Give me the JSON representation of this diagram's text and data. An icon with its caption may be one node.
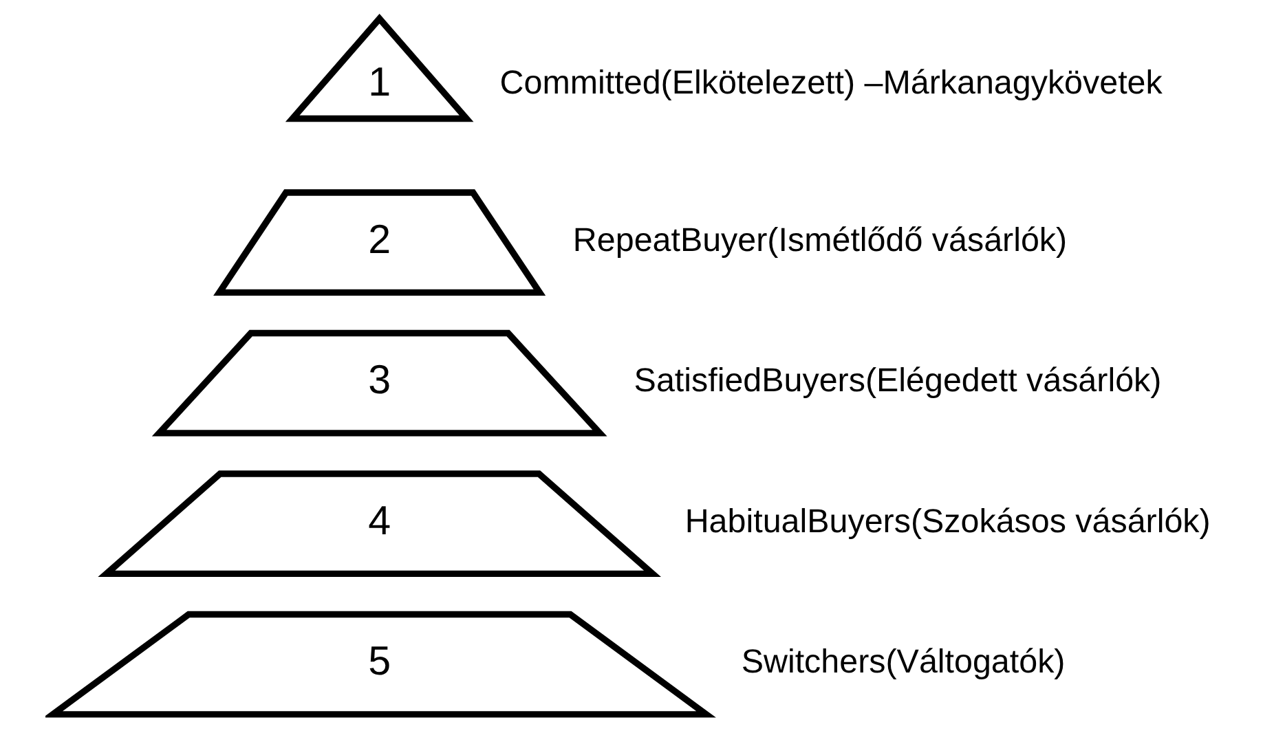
{
  "diagram": {
    "nodes": [
      {
        "text": [
          "1"
        ],
        "beside": [
          "Committed(Elkötelezett) –Márkanagykövetek"
        ]
      },
      {
        "text": [
          "2"
        ],
        "beside": [
          "RepeatBuyer(Ismétlődő vásárlók)"
        ]
      },
      {
        "text": [
          "3"
        ],
        "beside": [
          "SatisfiedBuyers(Elégedett vásárlók)"
        ]
      },
      {
        "text": [
          "4"
        ],
        "beside": [
          "HabitualBuyers(Szokásos vásárlók)"
        ]
      },
      {
        "text": [
          "5"
        ],
        "beside": [
          "Switchers(Váltogatók)"
        ]
      }
    ]
  }
}
